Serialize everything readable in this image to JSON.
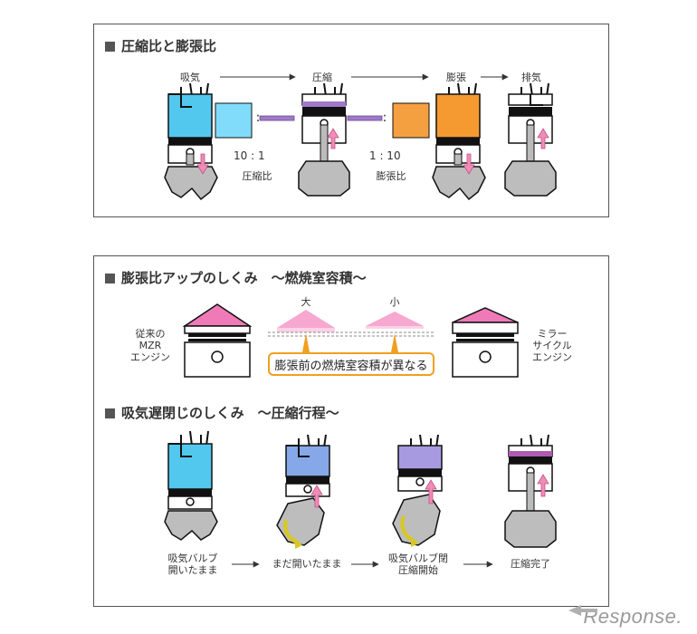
{
  "section1": {
    "title": "圧縮比と膨張比",
    "stages": [
      "吸気",
      "圧縮",
      "膨張",
      "排気"
    ],
    "compression_ratio": "10 : 1",
    "compression_label": "圧縮比",
    "expansion_ratio": "1 : 10",
    "expansion_label": "膨張比",
    "colon": ":"
  },
  "section2": {
    "title": "膨張比アップのしくみ　〜燃焼室容積〜",
    "left_engine": [
      "従来の",
      "MZR",
      "エンジン"
    ],
    "right_engine": [
      "ミラー",
      "サイクル",
      "エンジン"
    ],
    "big": "大",
    "small": "小",
    "note": "膨張前の燃焼室容積が異なる"
  },
  "section3": {
    "title": "吸気遅閉じのしくみ　〜圧縮行程〜",
    "steps": [
      [
        "吸気バルブ",
        "開いたまま"
      ],
      [
        "まだ開いたまま"
      ],
      [
        "吸気バルブ閉",
        "圧縮開始"
      ],
      [
        "圧縮完了"
      ]
    ]
  },
  "watermark": "Response."
}
